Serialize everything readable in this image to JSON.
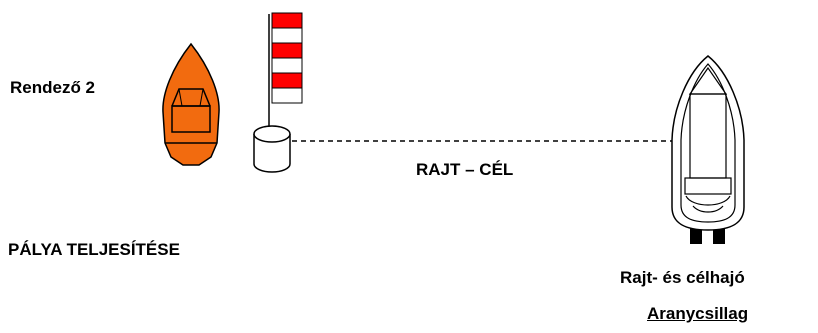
{
  "labels": {
    "rendezo": "Rendező 2",
    "rajt_cel": "RAJT – CÉL",
    "palya": "PÁLYA TELJESÍTÉSE",
    "rajthajo": "Rajt- és célhajó",
    "aranycsillag": "Aranycsillag"
  },
  "colors": {
    "organizer_boat": "#f26b0f",
    "flag_red": "#ff0000",
    "outline": "#000000",
    "background": "#ffffff"
  },
  "icons": {
    "organizer_boat": "orange-boat-icon",
    "buoy": "cylinder-buoy-icon",
    "flag": "red-white-flag-icon",
    "start_boat": "white-motorboat-icon"
  }
}
